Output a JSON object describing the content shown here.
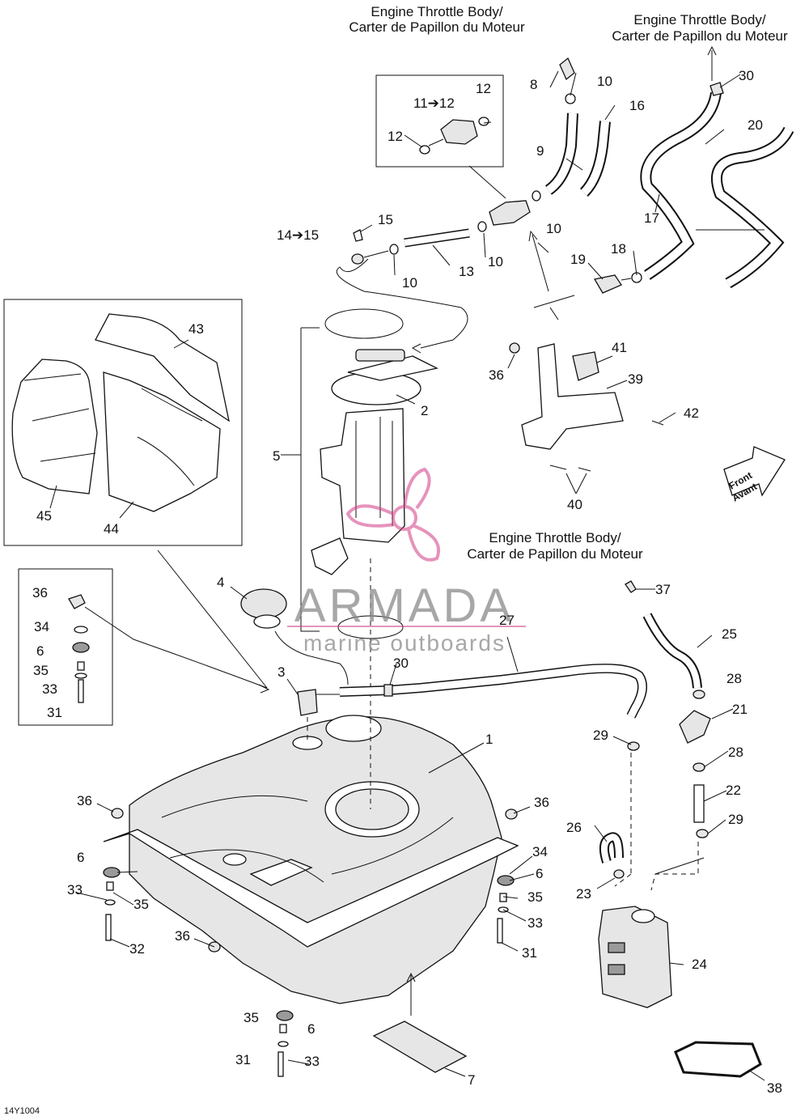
{
  "header": {
    "throttle_label_1": [
      "Engine Throttle Body/",
      "Carter de Papillon du Moteur"
    ],
    "throttle_label_2": [
      "Engine Throttle Body/",
      "Carter de Papillon du Moteur"
    ],
    "throttle_label_3": [
      "Engine Throttle Body/",
      "Carter de Papillon du Moteur"
    ]
  },
  "watermark": {
    "brand": "ARMADA",
    "tagline": "marine outboards"
  },
  "front_marker": {
    "line1": "Front",
    "line2": "Avant"
  },
  "reference_code": "14Y1004",
  "callouts": {
    "c1": "1",
    "c2": "2",
    "c3": "3",
    "c4": "4",
    "c5": "5",
    "c6a": "6",
    "c6b": "6",
    "c6c": "6",
    "c6d": "6",
    "c7": "7",
    "c8": "8",
    "c9": "9",
    "c10a": "10",
    "c10b": "10",
    "c10c": "10",
    "c10d": "10",
    "c11": "11➔12",
    "c12a": "12",
    "c12b": "12",
    "c13": "13",
    "c14": "14➔15",
    "c15": "15",
    "c16": "16",
    "c17": "17",
    "c18": "18",
    "c19": "19",
    "c20": "20",
    "c21": "21",
    "c22": "22",
    "c23": "23",
    "c24": "24",
    "c25": "25",
    "c26": "26",
    "c27": "27",
    "c28a": "28",
    "c28b": "28",
    "c29a": "29",
    "c29b": "29",
    "c30a": "30",
    "c30b": "30",
    "c31a": "31",
    "c31b": "31",
    "c31c": "31",
    "c32": "32",
    "c33a": "33",
    "c33b": "33",
    "c33c": "33",
    "c33d": "33",
    "c34a": "34",
    "c34b": "34",
    "c35a": "35",
    "c35b": "35",
    "c35c": "35",
    "c35d": "35",
    "c36a": "36",
    "c36b": "36",
    "c36c": "36",
    "c36d": "36",
    "c36e": "36",
    "c37": "37",
    "c38": "38",
    "c39": "39",
    "c40": "40",
    "c41": "41",
    "c42": "42",
    "c43": "43",
    "c44": "44",
    "c45": "45"
  }
}
